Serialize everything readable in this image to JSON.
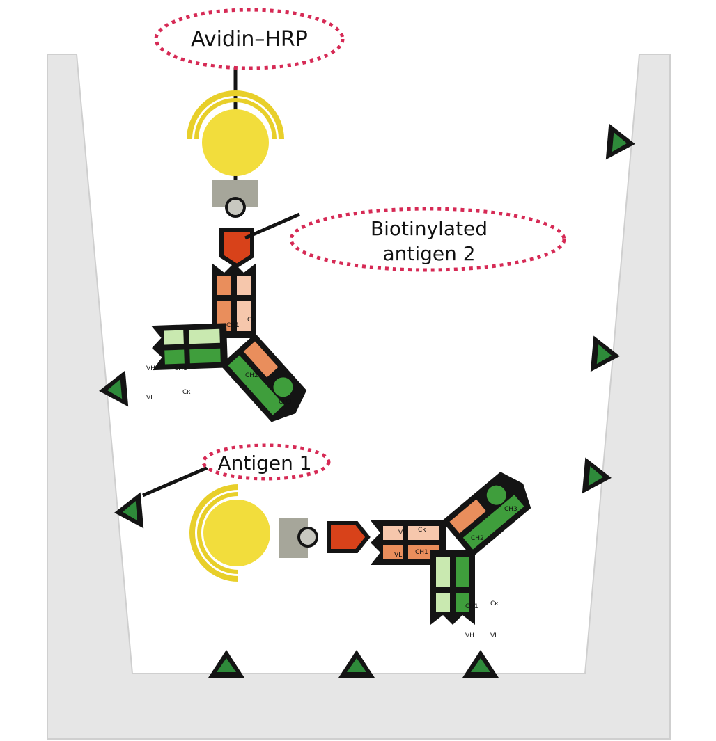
{
  "labels": {
    "avidin_hrp": "Avidin–HRP",
    "biotinylated_line1": "Biotinylated",
    "biotinylated_line2": "antigen 2",
    "antigen1": "Antigen 1"
  },
  "domain_labels": {
    "vh": "VH",
    "vl": "VL",
    "ch1": "CH1",
    "ck": "Cκ",
    "ch2": "CH2",
    "ch3": "CH3"
  },
  "colors": {
    "well": "#e6e6e6",
    "well_edge": "#cfcfcf",
    "label_border": "#d62a55",
    "avidin": "#f2dd3c",
    "avidin_ring": "#e8cf2a",
    "biotin": "#a6a69a",
    "antigen2": "#d8421a",
    "heavy_orange": "#e98e5c",
    "light_orange": "#f6c7ac",
    "heavy_green": "#3f9e3c",
    "light_green": "#c9e9b0",
    "coat_antigen": "#2e8a3a",
    "outline": "#141414"
  }
}
